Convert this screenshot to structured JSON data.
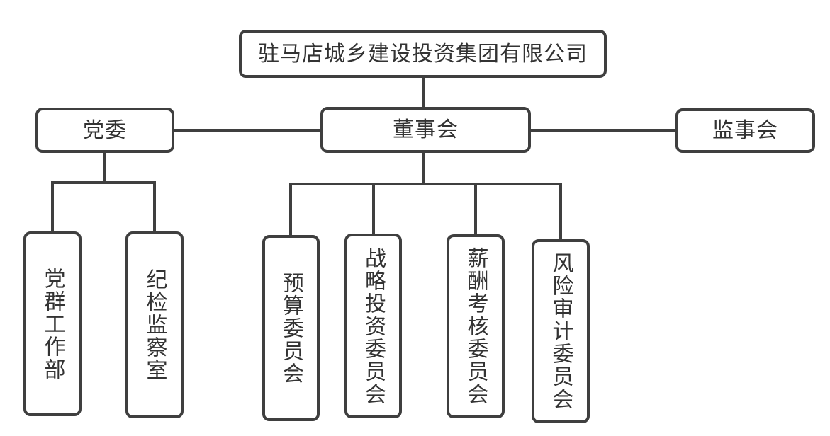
{
  "diagram": {
    "type": "org-chart",
    "root": {
      "label": "驻马店城乡建设投资集团有限公司"
    },
    "level2": {
      "party": {
        "label": "党委"
      },
      "board": {
        "label": "董事会"
      },
      "supervisory": {
        "label": "监事会"
      }
    },
    "party_departments": [
      {
        "label": "党群工作部"
      },
      {
        "label": "纪检监察室"
      }
    ],
    "board_committees": [
      {
        "label": "预算委员会"
      },
      {
        "label": "战略投资委员会"
      },
      {
        "label": "薪酬考核委员会"
      },
      {
        "label": "风险审计委员会"
      }
    ]
  },
  "colors": {
    "line": "#3f3f3f",
    "box_border": "#3f3f3f",
    "text": "#333333",
    "background": "#ffffff"
  }
}
